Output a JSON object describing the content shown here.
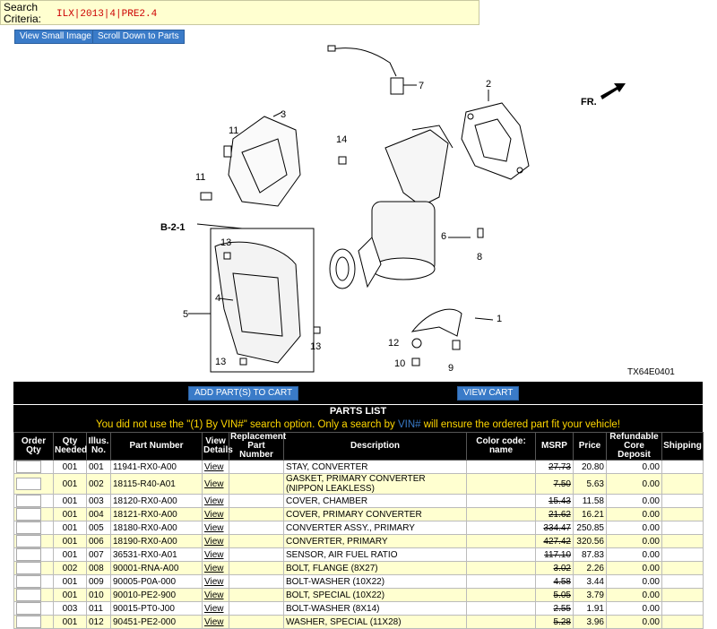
{
  "search": {
    "label": "Search Criteria:",
    "value": "ILX|2013|4|PRE2.4"
  },
  "buttons": {
    "small_image": "View Small Image",
    "scroll_down": "Scroll Down to Parts",
    "add_parts": "ADD PART(S) TO CART",
    "view_cart": "VIEW CART"
  },
  "diagram": {
    "callouts": [
      "7",
      "2",
      "3",
      "11",
      "14",
      "11",
      "B-2-1",
      "6",
      "8",
      "13",
      "4",
      "5",
      "1",
      "13",
      "12",
      "13",
      "10",
      "9"
    ],
    "direction": "FR.",
    "code": "TX64E0401"
  },
  "parts_list": {
    "title": "PARTS LIST",
    "warning_pre": "You did not use the \"(1) By VIN#\" search option. Only a search by ",
    "warning_vin": "VIN#",
    "warning_post": " will ensure the ordered part fit your vehicle!",
    "headers": {
      "order": "Order Qty",
      "qty": "Qty Needed",
      "illus": "Illus. No.",
      "part": "Part Number",
      "view": "View Details",
      "replacement": "Replacement Part Number",
      "desc": "Description",
      "color": "Color code: name",
      "msrp": "MSRP",
      "price": "Price",
      "core": "Refundable Core Deposit",
      "shipping": "Shipping"
    },
    "view_label": "View",
    "rows": [
      {
        "qty": "001",
        "illus": "001",
        "part": "11941-RX0-A00",
        "desc": "STAY, CONVERTER",
        "msrp": "27.73",
        "price": "20.80",
        "core": "0.00"
      },
      {
        "qty": "001",
        "illus": "002",
        "part": "18115-R40-A01",
        "desc": "GASKET, PRIMARY CONVERTER (NIPPON LEAKLESS)",
        "msrp": "7.50",
        "price": "5.63",
        "core": "0.00"
      },
      {
        "qty": "001",
        "illus": "003",
        "part": "18120-RX0-A00",
        "desc": "COVER, CHAMBER",
        "msrp": "15.43",
        "price": "11.58",
        "core": "0.00"
      },
      {
        "qty": "001",
        "illus": "004",
        "part": "18121-RX0-A00",
        "desc": "COVER, PRIMARY CONVERTER",
        "msrp": "21.62",
        "price": "16.21",
        "core": "0.00"
      },
      {
        "qty": "001",
        "illus": "005",
        "part": "18180-RX0-A00",
        "desc": "CONVERTER ASSY., PRIMARY",
        "msrp": "334.47",
        "price": "250.85",
        "core": "0.00"
      },
      {
        "qty": "001",
        "illus": "006",
        "part": "18190-RX0-A00",
        "desc": "CONVERTER, PRIMARY",
        "msrp": "427.42",
        "price": "320.56",
        "core": "0.00"
      },
      {
        "qty": "001",
        "illus": "007",
        "part": "36531-RX0-A01",
        "desc": "SENSOR, AIR FUEL RATIO",
        "msrp": "117.10",
        "price": "87.83",
        "core": "0.00"
      },
      {
        "qty": "002",
        "illus": "008",
        "part": "90001-RNA-A00",
        "desc": "BOLT, FLANGE (8X27)",
        "msrp": "3.02",
        "price": "2.26",
        "core": "0.00"
      },
      {
        "qty": "001",
        "illus": "009",
        "part": "90005-P0A-000",
        "desc": "BOLT-WASHER (10X22)",
        "msrp": "4.58",
        "price": "3.44",
        "core": "0.00"
      },
      {
        "qty": "001",
        "illus": "010",
        "part": "90010-PE2-900",
        "desc": "BOLT, SPECIAL (10X22)",
        "msrp": "5.05",
        "price": "3.79",
        "core": "0.00"
      },
      {
        "qty": "003",
        "illus": "011",
        "part": "90015-PT0-J00",
        "desc": "BOLT-WASHER (8X14)",
        "msrp": "2.55",
        "price": "1.91",
        "core": "0.00"
      },
      {
        "qty": "001",
        "illus": "012",
        "part": "90451-PE2-000",
        "desc": "WASHER, SPECIAL (11X28)",
        "msrp": "5.28",
        "price": "3.96",
        "core": "0.00"
      }
    ]
  }
}
